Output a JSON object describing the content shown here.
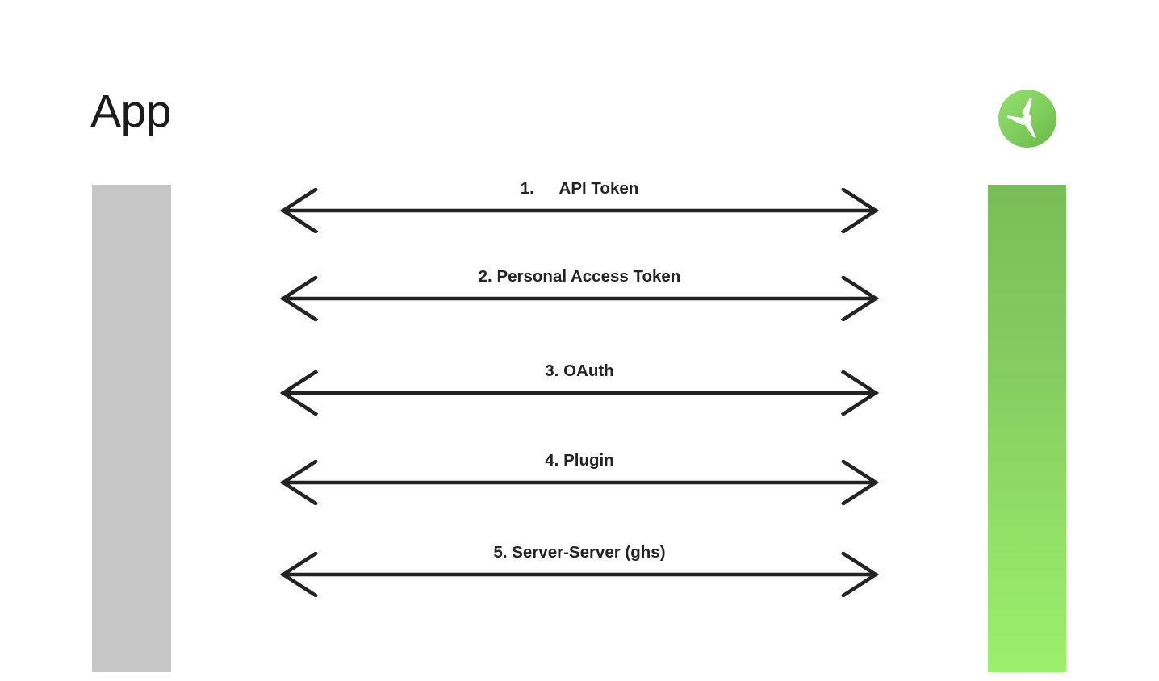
{
  "diagram": {
    "type": "sequence-diagram",
    "background_color": "#ffffff",
    "left_actor": {
      "title": "App",
      "lifeline_color": "#c6c6c6"
    },
    "right_actor": {
      "title": "",
      "icon": "propeller-logo-icon",
      "icon_circle_gradient_from": "#8ed96a",
      "icon_circle_gradient_to": "#6fbf4e",
      "icon_blade_color": "#ffffff",
      "lifeline_gradient_from": "#79bd58",
      "lifeline_gradient_to": "#9cef6d"
    },
    "arrow_color": "#232323",
    "messages": [
      {
        "number": "1.",
        "label": "1.  API Token",
        "direction": "bidirectional"
      },
      {
        "number": "2.",
        "label": "2. Personal Access Token",
        "direction": "bidirectional"
      },
      {
        "number": "3.",
        "label": "3. OAuth",
        "direction": "bidirectional"
      },
      {
        "number": "4.",
        "label": "4. Plugin",
        "direction": "bidirectional"
      },
      {
        "number": "5.",
        "label": "5. Server-Server (ghs)",
        "direction": "bidirectional"
      }
    ]
  }
}
